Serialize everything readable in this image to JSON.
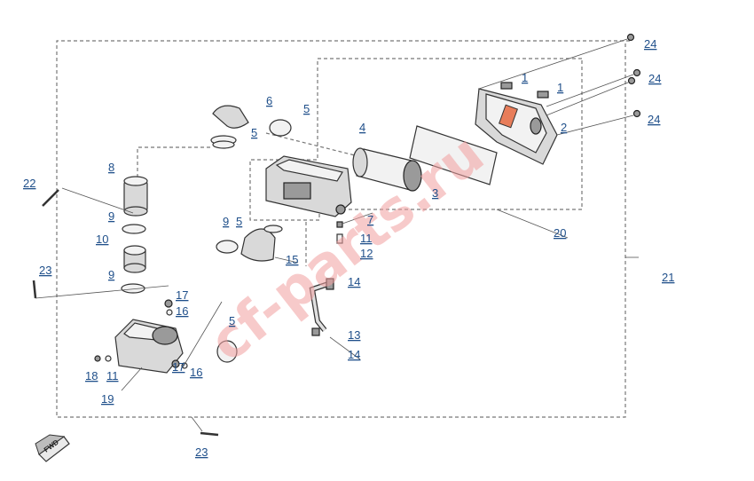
{
  "watermark": "cf-parts.ru",
  "fwd_label": "FWD",
  "callouts": {
    "c1a": "1",
    "c1b": "1",
    "c2": "2",
    "c3": "3",
    "c4": "4",
    "c5a": "5",
    "c5b": "5",
    "c5c": "5",
    "c5d": "5",
    "c6": "6",
    "c7": "7",
    "c8": "8",
    "c9a": "9",
    "c9b": "9",
    "c9c": "9",
    "c10": "10",
    "c11a": "11",
    "c11b": "11",
    "c12": "12",
    "c13": "13",
    "c14a": "14",
    "c14b": "14",
    "c15": "15",
    "c16a": "16",
    "c16b": "16",
    "c17a": "17",
    "c17b": "17",
    "c18": "18",
    "c19": "19",
    "c20": "20",
    "c21": "21",
    "c22": "22",
    "c23a": "23",
    "c23b": "23",
    "c24a": "24",
    "c24b": "24",
    "c24c": "24"
  }
}
